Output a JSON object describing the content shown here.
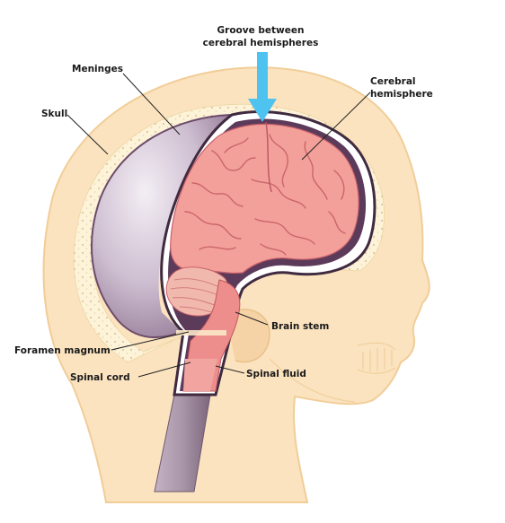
{
  "labels": {
    "groove_line1": "Groove between",
    "groove_line2": "cerebral hemispheres",
    "meninges": "Meninges",
    "skull": "Skull",
    "cerebral_line1": "Cerebral",
    "cerebral_line2": "hemisphere",
    "brain_stem": "Brain stem",
    "foramen_magnum": "Foramen magnum",
    "spinal_cord": "Spinal cord",
    "spinal_fluid": "Spinal fluid"
  },
  "colors": {
    "skin": "#fbe3bf",
    "skin_edge": "#f1cd98",
    "skull_bone": "#fdf3d9",
    "meninges": "#5c3a5a",
    "brain": "#f4a09a",
    "brain_fold": "#c9666a",
    "spinal": "#a996a8",
    "arrow": "#4fc3ef"
  }
}
